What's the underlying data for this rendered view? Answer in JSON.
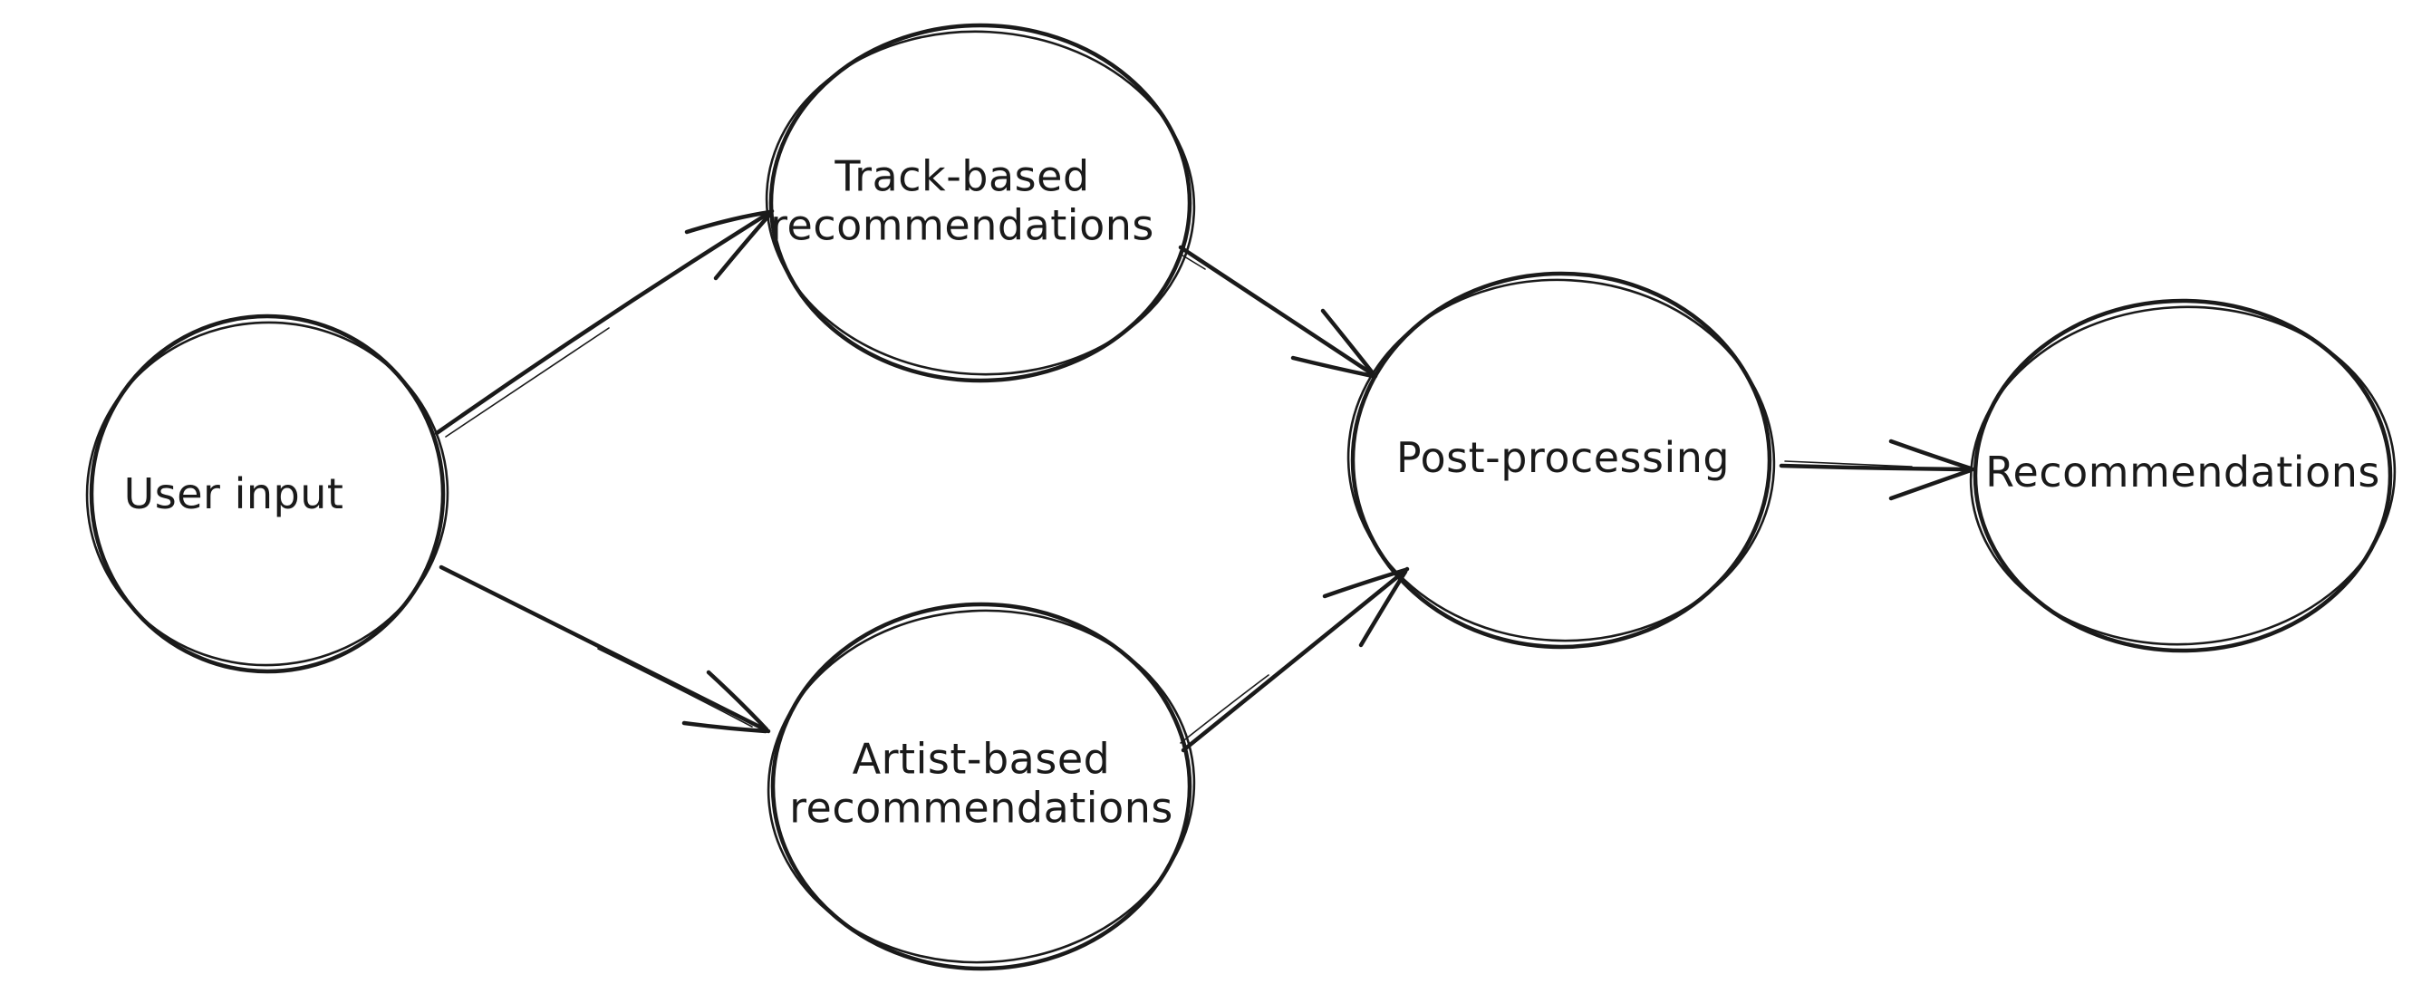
{
  "diagram": {
    "style": "hand-drawn-sketch",
    "background_color": "#ffffff",
    "stroke_color": "#1a1a1a",
    "nodes": [
      {
        "id": "user-input",
        "shape": "ellipse",
        "label": "User input"
      },
      {
        "id": "track-based",
        "shape": "ellipse",
        "label": "Track-based\nrecommendations"
      },
      {
        "id": "artist-based",
        "shape": "ellipse",
        "label": "Artist-based\nrecommendations"
      },
      {
        "id": "post-processing",
        "shape": "ellipse",
        "label": "Post-processing"
      },
      {
        "id": "recommendations",
        "shape": "ellipse",
        "label": "Recommendations"
      }
    ],
    "edges": [
      {
        "from": "user-input",
        "to": "track-based",
        "arrow": "open"
      },
      {
        "from": "user-input",
        "to": "artist-based",
        "arrow": "open"
      },
      {
        "from": "track-based",
        "to": "post-processing",
        "arrow": "open"
      },
      {
        "from": "artist-based",
        "to": "post-processing",
        "arrow": "open"
      },
      {
        "from": "post-processing",
        "to": "recommendations",
        "arrow": "open"
      }
    ]
  }
}
